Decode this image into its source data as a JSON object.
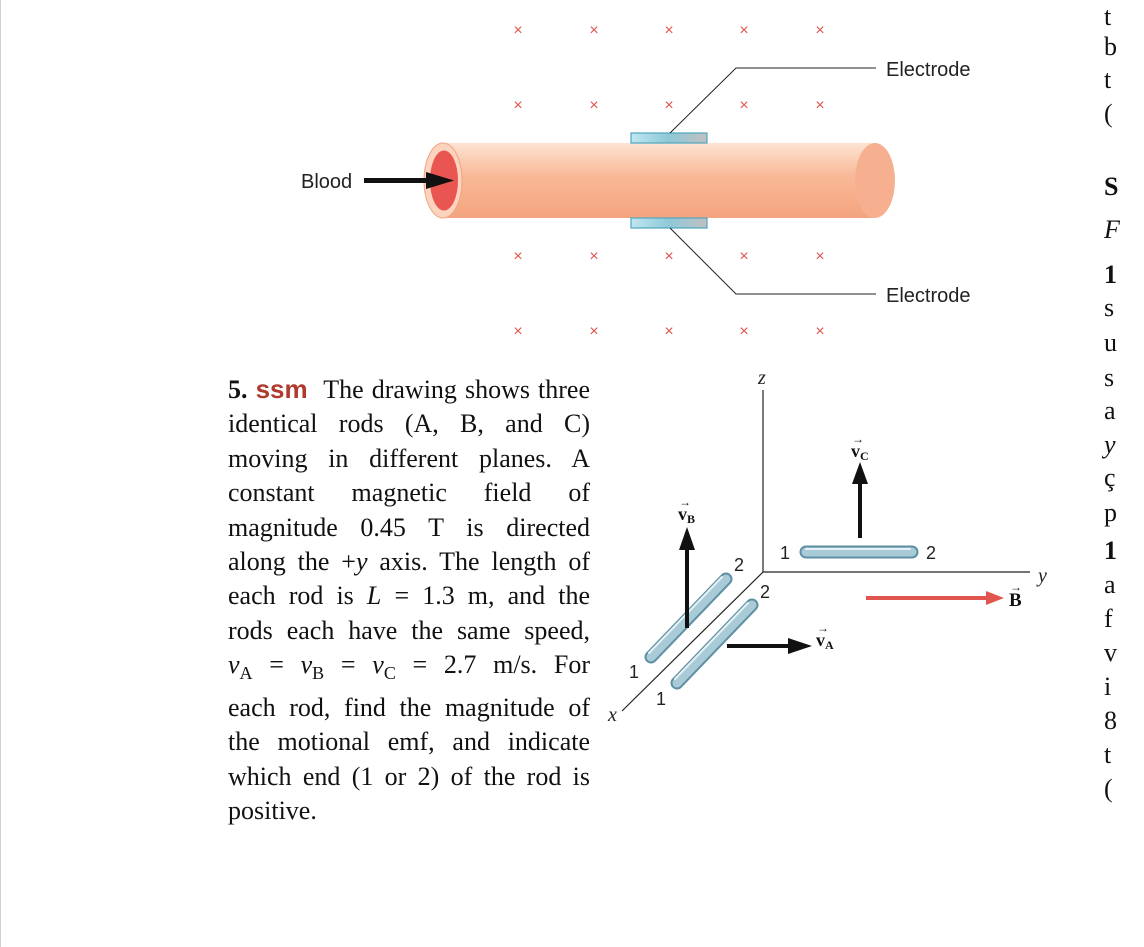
{
  "figure_top": {
    "blood_label": "Blood",
    "electrode_top_label": "Electrode",
    "electrode_bottom_label": "Electrode",
    "field_symbol": "×",
    "colors": {
      "vessel": "#f8b896",
      "lumen": "#e95550",
      "field_marks": "#e0554e",
      "electrode": "#a9dce9"
    }
  },
  "figure_rods": {
    "axis_x": "x",
    "axis_y": "y",
    "axis_z": "z",
    "vector_a": "v",
    "vector_a_sub": "A",
    "vector_b": "v",
    "vector_b_sub": "B",
    "vector_c": "v",
    "vector_c_sub": "C",
    "field_label": "B",
    "rod_c_end1": "1",
    "rod_c_end2": "2",
    "rod_b_end1": "1",
    "rod_b_end2": "2",
    "rod_a_end1": "1",
    "rod_a_end2": "2",
    "colors": {
      "rod": "#8fb8c9",
      "field_arrow": "#e0554e"
    }
  },
  "problem": {
    "number": "5.",
    "tag": "ssm",
    "l1": "The drawing shows three",
    "l2": "identical rods (A, B, and C)",
    "l3": "moving in different planes. A",
    "l4": "constant magnetic field of",
    "l5": "magnitude 0.45 T is directed",
    "l6a": "along the +",
    "l6var": "y",
    "l6b": " axis. The length of",
    "l7a": "each rod is ",
    "l7var": "L",
    "l7b": " = 1.3 m, and the",
    "l8": "rods each have the same speed,",
    "l9_v": "v",
    "l9_a": "A",
    "l9_eq1": " = ",
    "l9_b": "B",
    "l9_eq2": " = ",
    "l9_c": "C",
    "l9_rest": " = 2.7 m/s. For",
    "l10": "each rod, find the magnitude of",
    "l11": "the motional emf, and indicate",
    "l12": "which end (1 or 2) of the rod is",
    "l13": "positive."
  },
  "right_column": [
    "t",
    "b",
    "t",
    "(",
    "",
    "S",
    "F",
    "1",
    "s",
    "u",
    "s",
    "a",
    "y",
    "ç",
    "p",
    "1",
    "a",
    "f",
    "v",
    "i",
    "8",
    "t",
    "("
  ]
}
